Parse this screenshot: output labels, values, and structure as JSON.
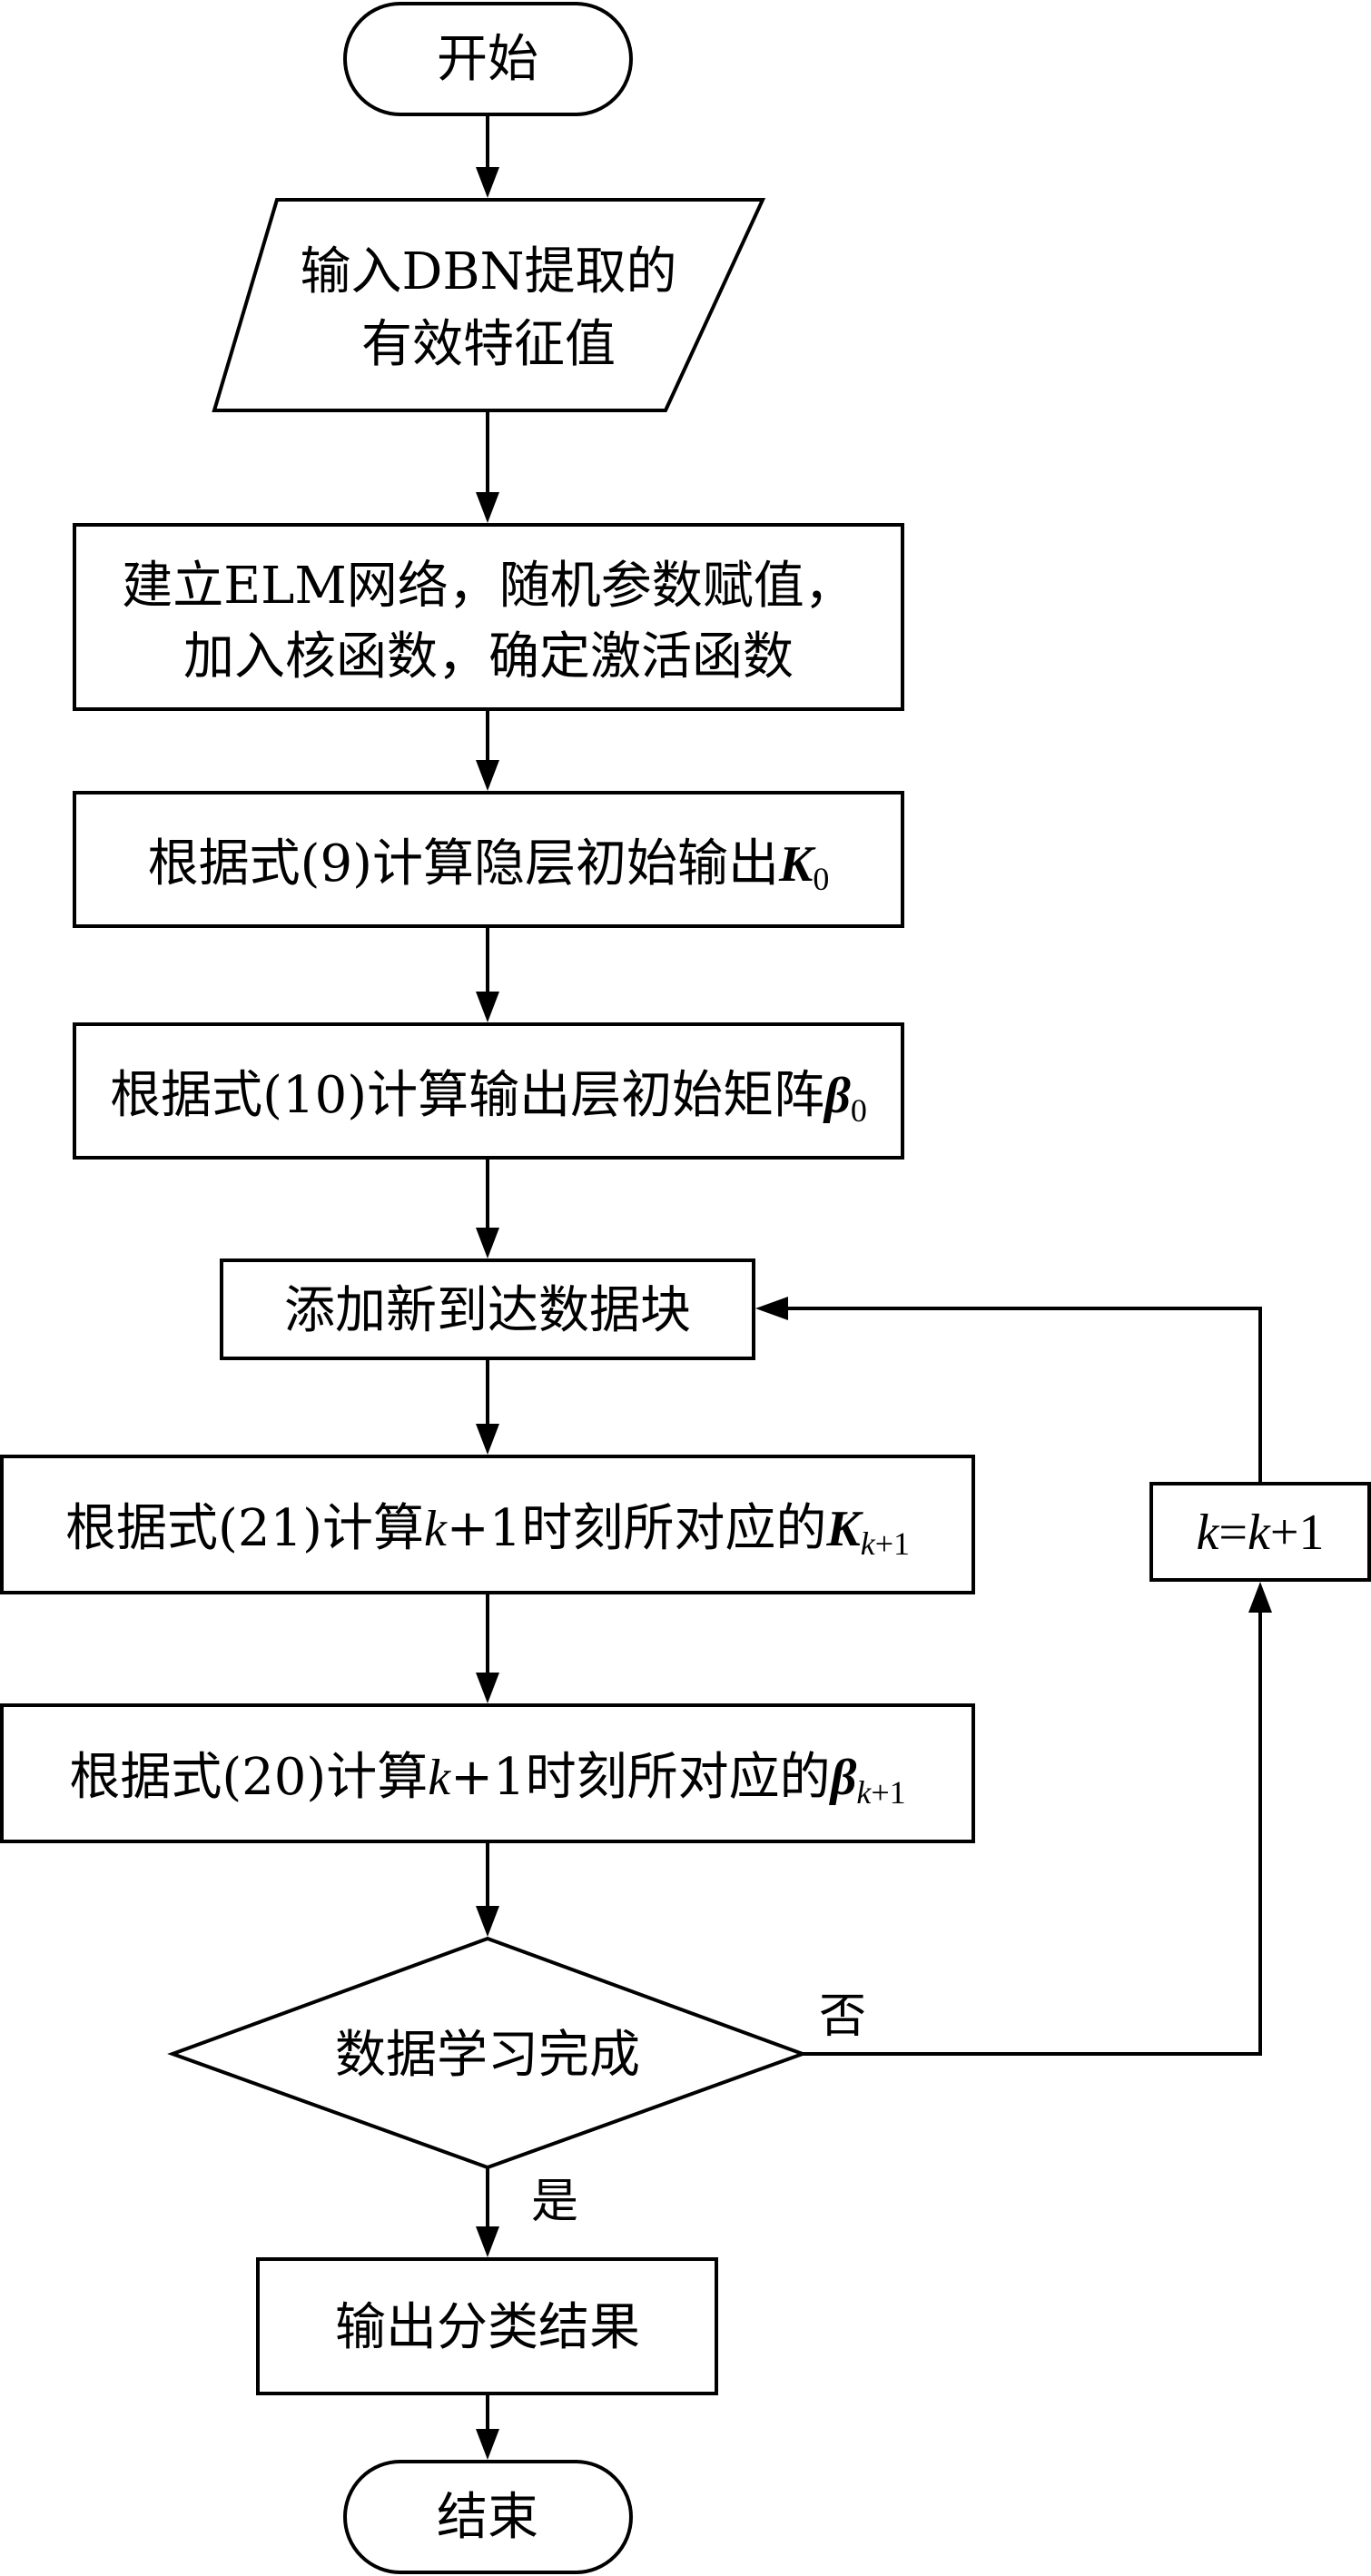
{
  "nodes": {
    "start": {
      "text": "开始"
    },
    "input": {
      "line1": "输入DBN提取的",
      "line2": "有效特征值"
    },
    "build": {
      "line1": "建立ELM网络，随机参数赋值，",
      "line2": "加入核函数，确定激活函数"
    },
    "compute_k0": {
      "prefix": "根据式(9)计算隐层初始输出",
      "symbol": "K",
      "sub": "0"
    },
    "compute_beta0": {
      "prefix": "根据式(10)计算输出层初始矩阵",
      "symbol": "β",
      "sub": "0"
    },
    "add_block": {
      "text": "添加新到达数据块"
    },
    "compute_kk1": {
      "prefix": "根据式(21)计算",
      "var": "k",
      "mid": "+1时刻所对应的",
      "symbol": "K",
      "sub_var": "k",
      "sub_rest": "+1"
    },
    "compute_betak1": {
      "prefix": "根据式(20)计算",
      "var": "k",
      "mid": "+1时刻所对应的",
      "symbol": "β",
      "sub_var": "k",
      "sub_rest": "+1"
    },
    "decision": {
      "text": "数据学习完成"
    },
    "output": {
      "text": "输出分类结果"
    },
    "end": {
      "text": "结束"
    },
    "increment": {
      "var1": "k",
      "eq": "=",
      "var2": "k",
      "rest": "+1"
    }
  },
  "edges": {
    "no_label": "否",
    "yes_label": "是"
  },
  "colors": {
    "stroke": "#000000",
    "fill": "#ffffff"
  }
}
